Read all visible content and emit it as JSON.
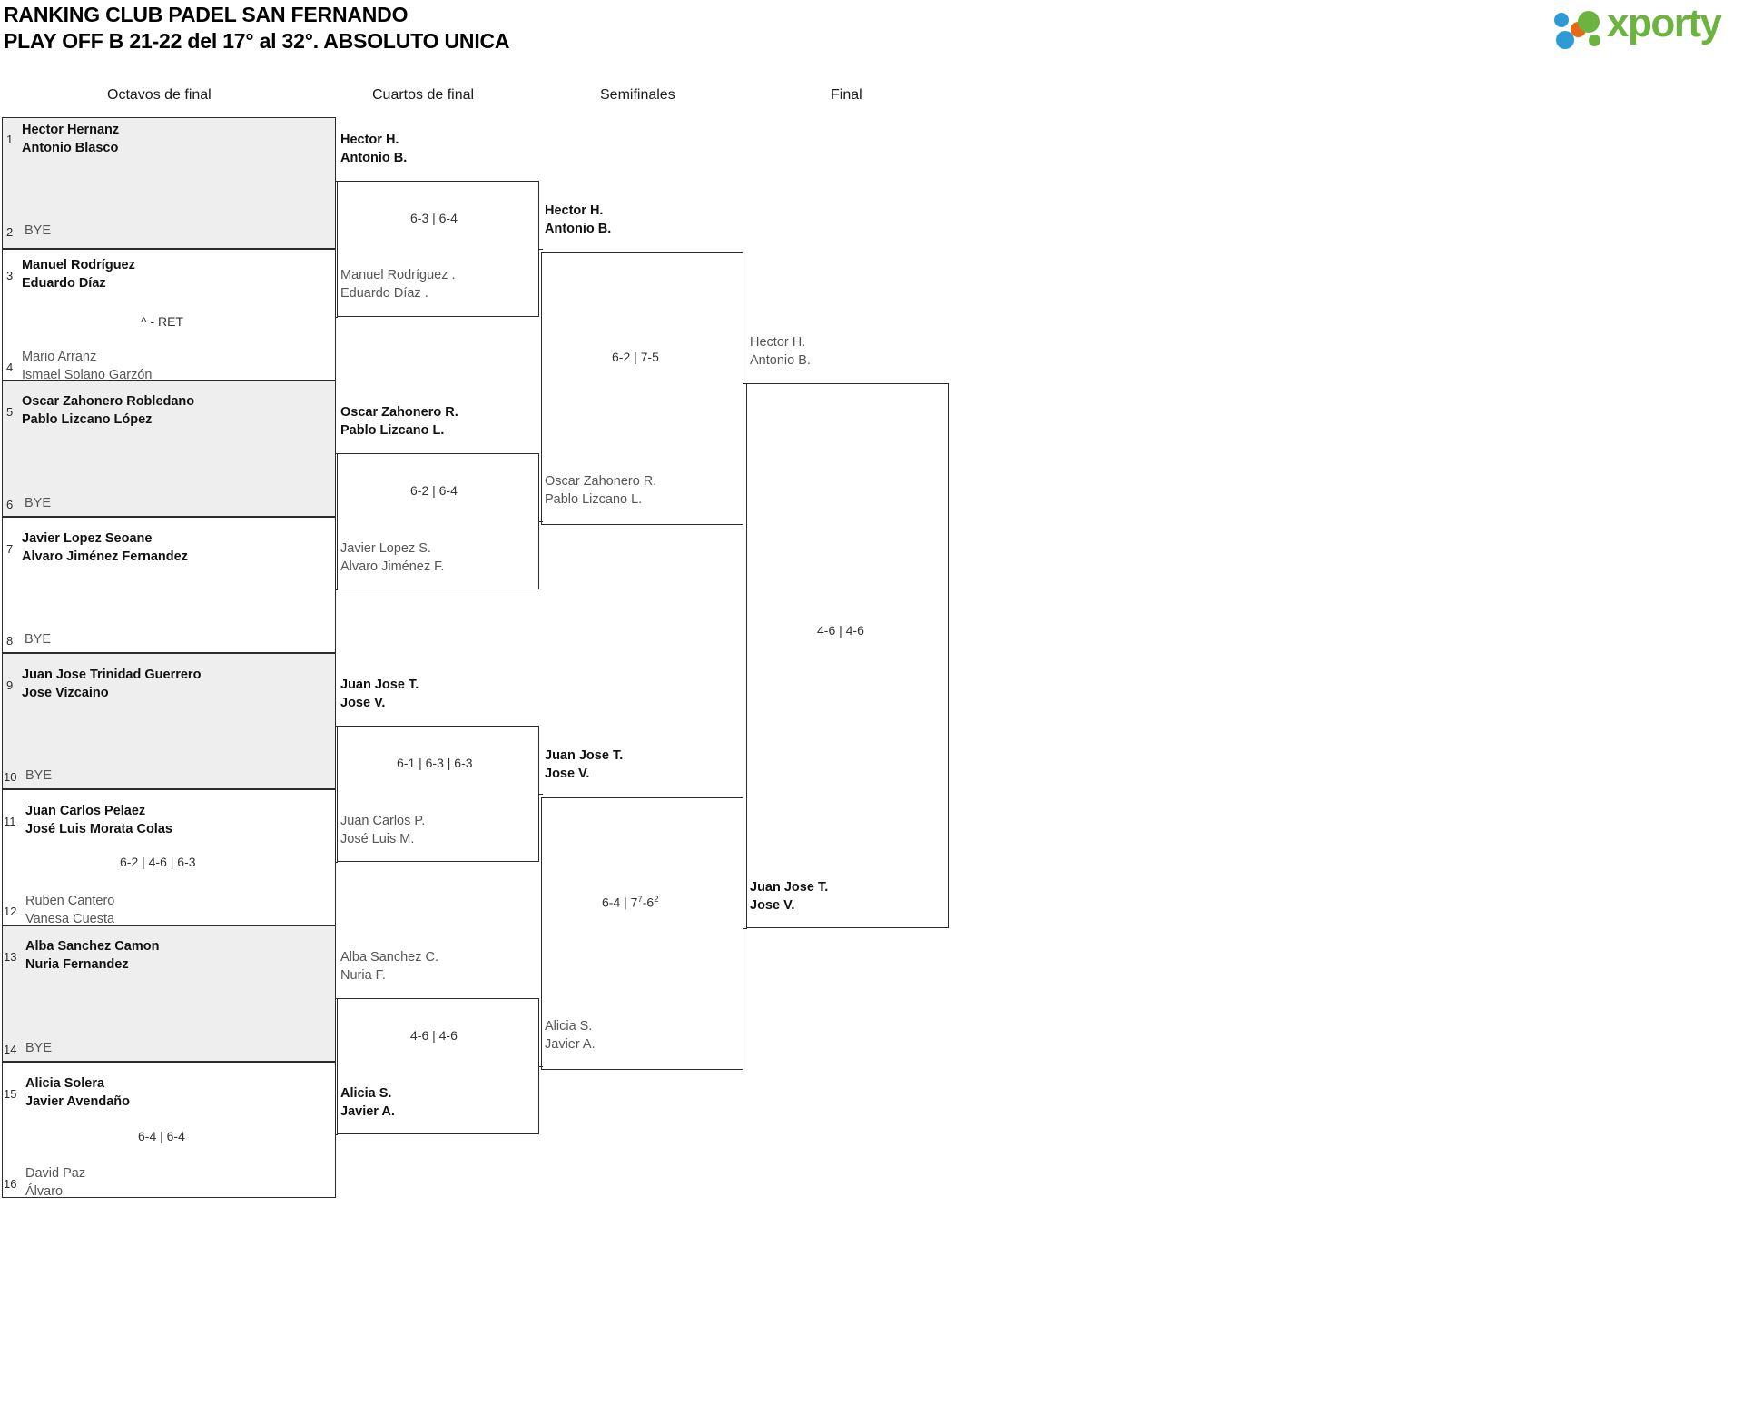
{
  "header": {
    "title_line1": "RANKING CLUB PADEL SAN FERNANDO",
    "title_line2": "PLAY OFF B 21-22 del 17° al 32°. ABSOLUTO UNICA",
    "logo_text": "xporty",
    "logo_colors": {
      "green": "#6cb33f",
      "blue": "#2e9bd6",
      "orange": "#e8681a"
    }
  },
  "rounds": [
    {
      "label": "Octavos de final"
    },
    {
      "label": "Cuartos de final"
    },
    {
      "label": "Semifinales"
    },
    {
      "label": "Final"
    }
  ],
  "labels": {
    "bye": "BYE",
    "retired": "^ - RET"
  },
  "round1": {
    "matches": [
      {
        "shaded": true,
        "top": {
          "seed": "1",
          "line1": "Hector Hernanz",
          "line2": "Antonio Blasco",
          "result": "win"
        },
        "bottom": {
          "seed": "2",
          "bye": true
        },
        "score": ""
      },
      {
        "shaded": false,
        "top": {
          "seed": "3",
          "line1": "Manuel Rodríguez",
          "line2": "Eduardo Díaz",
          "result": "win"
        },
        "bottom": {
          "seed": "4",
          "line1": "Mario Arranz",
          "line2": "Ismael Solano Garzón",
          "result": "lose"
        },
        "score": "^ - RET"
      },
      {
        "shaded": true,
        "top": {
          "seed": "5",
          "line1": "Oscar Zahonero Robledano",
          "line2": "Pablo Lizcano López",
          "result": "win"
        },
        "bottom": {
          "seed": "6",
          "bye": true
        },
        "score": ""
      },
      {
        "shaded": false,
        "top": {
          "seed": "7",
          "line1": "Javier Lopez Seoane",
          "line2": "Alvaro Jiménez Fernandez",
          "result": "win"
        },
        "bottom": {
          "seed": "8",
          "bye": true
        },
        "score": ""
      },
      {
        "shaded": true,
        "top": {
          "seed": "9",
          "line1": "Juan Jose Trinidad Guerrero",
          "line2": "Jose Vizcaino",
          "result": "win"
        },
        "bottom": {
          "seed": "10",
          "bye": true
        },
        "score": ""
      },
      {
        "shaded": false,
        "top": {
          "seed": "11",
          "line1": "Juan Carlos Pelaez",
          "line2": "José Luis Morata Colas",
          "result": "win"
        },
        "bottom": {
          "seed": "12",
          "line1": "Ruben Cantero",
          "line2": "Vanesa Cuesta",
          "result": "lose"
        },
        "score": "6-2 | 4-6 | 6-3"
      },
      {
        "shaded": true,
        "top": {
          "seed": "13",
          "line1": "Alba Sanchez Camon",
          "line2": "Nuria Fernandez",
          "result": "win"
        },
        "bottom": {
          "seed": "14",
          "bye": true
        },
        "score": ""
      },
      {
        "shaded": false,
        "top": {
          "seed": "15",
          "line1": "Alicia Solera",
          "line2": "Javier Avendaño",
          "result": "win"
        },
        "bottom": {
          "seed": "16",
          "line1": "David Paz",
          "line2": "Álvaro",
          "result": "lose"
        },
        "score": "6-4 | 6-4"
      }
    ]
  },
  "quarterfinals": {
    "matches": [
      {
        "top": {
          "line1": "Hector H.",
          "line2": "Antonio B.",
          "result": "win"
        },
        "bottom": {
          "line1": "Manuel Rodríguez .",
          "line2": "Eduardo Díaz .",
          "result": "lose"
        },
        "score": "6-3 | 6-4"
      },
      {
        "top": {
          "line1": "Oscar Zahonero R.",
          "line2": "Pablo Lizcano L.",
          "result": "win"
        },
        "bottom": {
          "line1": "Javier Lopez S.",
          "line2": "Alvaro Jiménez F.",
          "result": "lose"
        },
        "score": "6-2 | 6-4"
      },
      {
        "top": {
          "line1": "Juan Jose T.",
          "line2": "Jose V.",
          "result": "win"
        },
        "bottom": {
          "line1": "Juan Carlos P.",
          "line2": "José Luis M.",
          "result": "lose"
        },
        "score": "6-1 | 6-3 | 6-3"
      },
      {
        "top": {
          "line1": "Alba Sanchez C.",
          "line2": "Nuria F.",
          "result": "lose"
        },
        "bottom": {
          "line1": "Alicia S.",
          "line2": "Javier A.",
          "result": "win"
        },
        "score": "4-6 | 4-6"
      }
    ]
  },
  "semifinals": {
    "matches": [
      {
        "top": {
          "line1": "Hector H.",
          "line2": "Antonio B.",
          "result": "win"
        },
        "bottom": {
          "line1": "Oscar Zahonero R.",
          "line2": "Pablo Lizcano L.",
          "result": "lose"
        },
        "score": "6-2 | 7-5"
      },
      {
        "top": {
          "line1": "Juan Jose T.",
          "line2": "Jose V.",
          "result": "win"
        },
        "bottom": {
          "line1": "Alicia S.",
          "line2": "Javier A.",
          "result": "lose"
        },
        "score_main": "6-4 | 7",
        "score_sup1": "7",
        "score_mid": "-6",
        "score_sup2": "2"
      }
    ]
  },
  "final": {
    "match": {
      "top": {
        "line1": "Hector H.",
        "line2": "Antonio B.",
        "result": "lose"
      },
      "bottom": {
        "line1": "Juan Jose T.",
        "line2": "Jose V.",
        "result": "win"
      },
      "score": "4-6 | 4-6"
    }
  }
}
